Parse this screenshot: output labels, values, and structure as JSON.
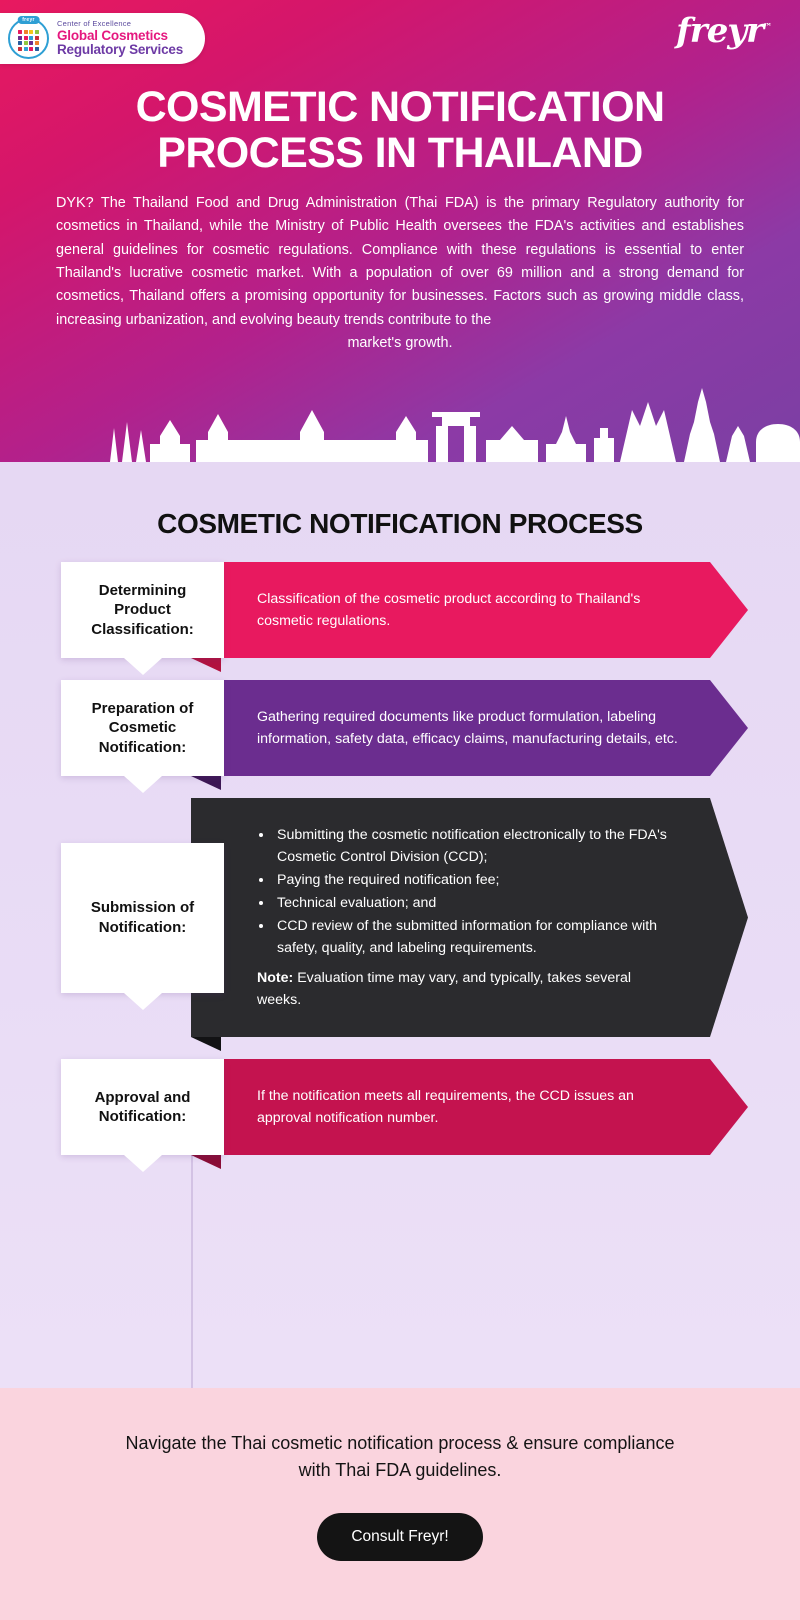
{
  "header": {
    "logo": {
      "pill": "freyr",
      "tagline": "Center of Excellence",
      "line1": "Global Cosmetics",
      "line2": "Regulatory Services"
    },
    "brand": "freyr",
    "brand_tm": "™"
  },
  "hero": {
    "title": "COSMETIC NOTIFICATION PROCESS IN THAILAND",
    "paragraph": "DYK? The Thailand Food and Drug Administration (Thai FDA) is the primary Regulatory authority for cosmetics in Thailand, while the Ministry of Public Health oversees the FDA's activities and establishes general guidelines for cosmetic regulations. Compliance with these regulations is essential to enter Thailand's lucrative cosmetic market. With a population of over 69 million and a strong demand for cosmetics, Thailand offers a promising opportunity for businesses. Factors such as  growing middle class, increasing urbanization, and evolving beauty trends contribute to the",
    "paragraph_last": "market's growth."
  },
  "process": {
    "section_title": "COSMETIC NOTIFICATION PROCESS",
    "steps": [
      {
        "label": "Determining Product Classification:",
        "color": "#e8195f",
        "fold_color": "#b3123f",
        "body": "Classification of the cosmetic product according to Thailand's cosmetic regulations."
      },
      {
        "label": "Preparation of Cosmetic Notification:",
        "color": "#6b2d8f",
        "fold_color": "#3d1754",
        "body": "Gathering required documents like product formulation, labeling information, safety data, efficacy claims, manufacturing details, etc."
      },
      {
        "label": "Submission of Notification:",
        "color": "#2b2b2e",
        "fold_color": "#121214",
        "bullets": [
          "Submitting the cosmetic notification electronically to the FDA's Cosmetic Control Division (CCD);",
          "Paying the required notification fee;",
          "Technical evaluation; and",
          "CCD review of the submitted information for compliance with safety, quality, and labeling requirements."
        ],
        "note_label": "Note:",
        "note_text": " Evaluation time may vary, and typically, takes several weeks."
      },
      {
        "label": "Approval and Notification:",
        "color": "#c4134f",
        "fold_color": "#8a0d36",
        "body": "If the notification meets all requirements, the CCD issues an approval notification number."
      }
    ]
  },
  "footer": {
    "message": "Navigate the Thai cosmetic notification process & ensure compliance with Thai FDA guidelines.",
    "cta_label": "Consult Freyr!"
  },
  "palette": {
    "hero_pink": "#e8195f",
    "hero_purple": "#7b3fa3",
    "process_bg": "#e8dbf5",
    "footer_bg": "#fad4de",
    "cta_bg": "#141414"
  }
}
